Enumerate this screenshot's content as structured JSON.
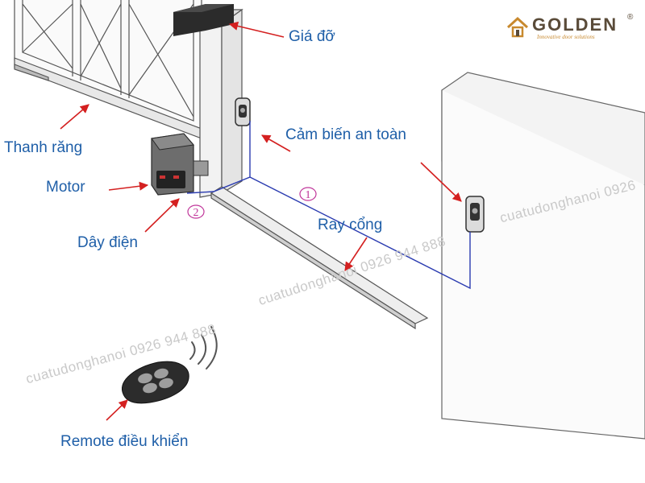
{
  "brand": {
    "name": "GOLDEN",
    "tagline": "Innovative door solutions",
    "registered_mark": "®"
  },
  "labels": {
    "gia_do": "Giá đỡ",
    "thanh_rang": "Thanh răng",
    "cam_bien": "Cảm biến an toàn",
    "motor": "Motor",
    "day_dien": "Dây điện",
    "ray_cong": "Ray cổng",
    "remote": "Remote điều khiển"
  },
  "markers": {
    "marker_1": "1",
    "marker_2": "2"
  },
  "watermarks": {
    "wm_remote": "cuatudonghanoi  0926 944 888",
    "wm_center": "cuatudonghanoi 0926 944 888",
    "wm_right": "cuatudonghanoi  0926"
  },
  "colors": {
    "label_text": "#1f5fa8",
    "arrow": "#d42020",
    "wire": "#2a3bb0",
    "marker": "#c0359a",
    "line_art": "#555555",
    "brand_brown": "#5a4b39",
    "brand_gold": "#c8892e"
  }
}
